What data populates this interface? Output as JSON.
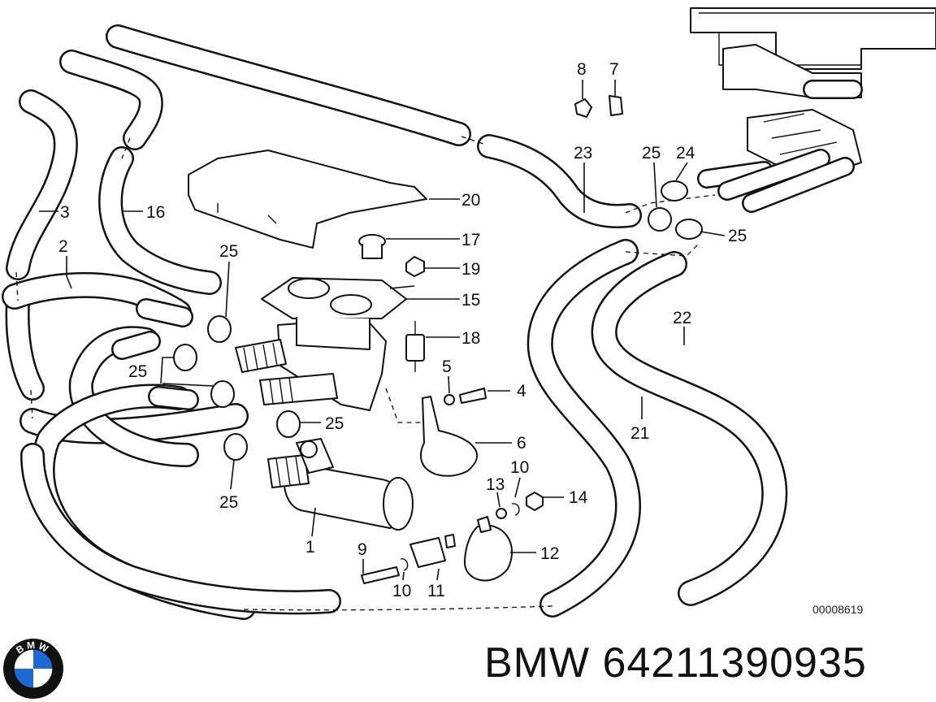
{
  "diagram": {
    "callouts": [
      {
        "id": "c1",
        "text": "1"
      },
      {
        "id": "c2",
        "text": "2"
      },
      {
        "id": "c3",
        "text": "3"
      },
      {
        "id": "c4",
        "text": "4"
      },
      {
        "id": "c5",
        "text": "5"
      },
      {
        "id": "c6",
        "text": "6"
      },
      {
        "id": "c7",
        "text": "7"
      },
      {
        "id": "c8",
        "text": "8"
      },
      {
        "id": "c9",
        "text": "9"
      },
      {
        "id": "c10a",
        "text": "10"
      },
      {
        "id": "c10b",
        "text": "10"
      },
      {
        "id": "c11",
        "text": "11"
      },
      {
        "id": "c12",
        "text": "12"
      },
      {
        "id": "c13",
        "text": "13"
      },
      {
        "id": "c14",
        "text": "14"
      },
      {
        "id": "c15",
        "text": "15"
      },
      {
        "id": "c16",
        "text": "16"
      },
      {
        "id": "c17",
        "text": "17"
      },
      {
        "id": "c18",
        "text": "18"
      },
      {
        "id": "c19",
        "text": "19"
      },
      {
        "id": "c20",
        "text": "20"
      },
      {
        "id": "c21",
        "text": "21"
      },
      {
        "id": "c22",
        "text": "22"
      },
      {
        "id": "c23",
        "text": "23"
      },
      {
        "id": "c24",
        "text": "24"
      },
      {
        "id": "c25a",
        "text": "25"
      },
      {
        "id": "c25b",
        "text": "25"
      },
      {
        "id": "c25c",
        "text": "25"
      },
      {
        "id": "c25d",
        "text": "25"
      },
      {
        "id": "c25e",
        "text": "25"
      },
      {
        "id": "c25f",
        "text": "25"
      }
    ],
    "reference_code": "00008619"
  },
  "footer": {
    "title": "BMW 64211390935"
  },
  "logo": {
    "text": "BMW",
    "colors": {
      "blue": "#1c69d4",
      "ring": "#111111",
      "white": "#ffffff"
    }
  }
}
